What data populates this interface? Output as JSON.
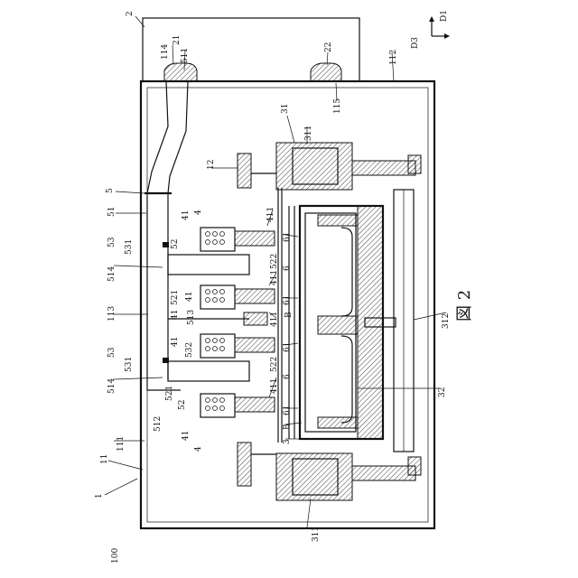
{
  "figure_caption": "図 2",
  "labels": {
    "l2": "2",
    "l21": "21",
    "l22": "22",
    "l114": "114",
    "l511": "511",
    "l115": "115",
    "l112": "112",
    "D1": "D1",
    "D3": "D3",
    "l31": "31",
    "l311a": "311",
    "l311b": "311",
    "l312": "312",
    "l32": "32",
    "l12": "12",
    "l5": "5",
    "l51": "51",
    "l53a": "53",
    "l53b": "53",
    "l531a": "531",
    "l531b": "531",
    "l514a": "514",
    "l514b": "514",
    "l113": "113",
    "l52a": "52",
    "l52b": "52",
    "l521a": "521",
    "l521b": "521",
    "l513": "513",
    "l532": "532",
    "l512": "512",
    "l111": "111",
    "l11": "11",
    "l1": "1",
    "l100": "100",
    "l4a": "4",
    "l4b": "4",
    "l41a": "41",
    "l41b": "41",
    "l41c": "41",
    "l41d": "41",
    "l41e": "41",
    "l411a": "411",
    "l411b": "411",
    "l411c": "411",
    "l411d": "411",
    "l522a": "522",
    "l522b": "522",
    "l6a": "6",
    "l6b": "6",
    "l61a": "61",
    "l61b": "61",
    "l61c": "61",
    "l61d": "61",
    "lBa": "B",
    "lBb": "B",
    "l3": "3"
  }
}
